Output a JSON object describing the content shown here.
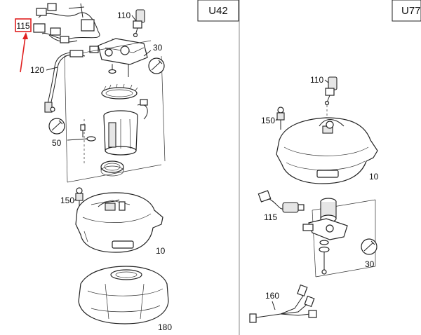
{
  "left_panel": {
    "code": "U42",
    "callouts": {
      "c115": "115",
      "c110": "110",
      "c30": "30",
      "c120": "120",
      "c50": "50",
      "c150": "150",
      "c10": "10",
      "c180": "180"
    }
  },
  "right_panel": {
    "code": "U77",
    "callouts": {
      "c110": "110",
      "c150": "150",
      "c10": "10",
      "c115": "115",
      "c30": "30",
      "c160": "160"
    }
  },
  "colors": {
    "highlight": "#e02020",
    "line": "#222222"
  }
}
